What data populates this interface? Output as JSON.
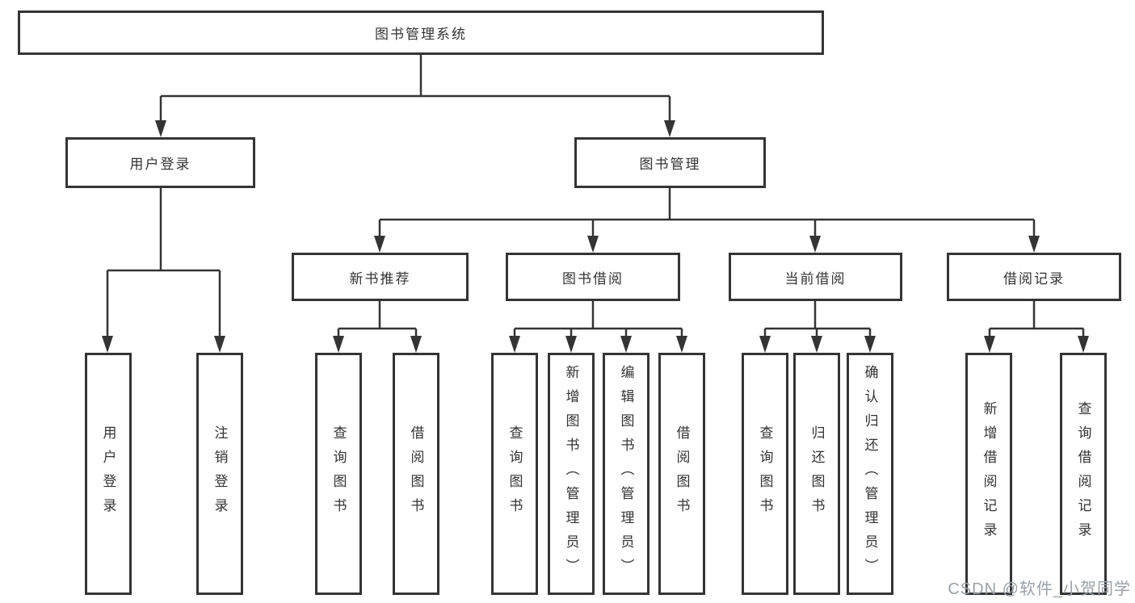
{
  "diagram_title": "图书管理系统",
  "tree": {
    "root": {
      "label": "图书管理系统",
      "children": [
        {
          "label": "用户登录",
          "children": [
            {
              "label": "用户登录"
            },
            {
              "label": "注销登录"
            }
          ]
        },
        {
          "label": "图书管理",
          "children": [
            {
              "label": "新书推荐",
              "children": [
                {
                  "label": "查询图书"
                },
                {
                  "label": "借阅图书"
                }
              ]
            },
            {
              "label": "图书借阅",
              "children": [
                {
                  "label": "查询图书"
                },
                {
                  "label": "新增图书（管理员）"
                },
                {
                  "label": "编辑图书（管理员）"
                },
                {
                  "label": "借阅图书"
                }
              ]
            },
            {
              "label": "当前借阅",
              "children": [
                {
                  "label": "查询图书"
                },
                {
                  "label": "归还图书"
                },
                {
                  "label": "确认归还（管理员）"
                }
              ]
            },
            {
              "label": "借阅记录",
              "children": [
                {
                  "label": "新增借阅记录"
                },
                {
                  "label": "查询借阅记录"
                }
              ]
            }
          ]
        }
      ]
    }
  },
  "watermark": "CSDN @软件_小贺同学",
  "colors": {
    "line": "#343434",
    "box_border": "#343434",
    "text": "#333333",
    "watermark": "#9aa1a9",
    "background": "#ffffff"
  }
}
